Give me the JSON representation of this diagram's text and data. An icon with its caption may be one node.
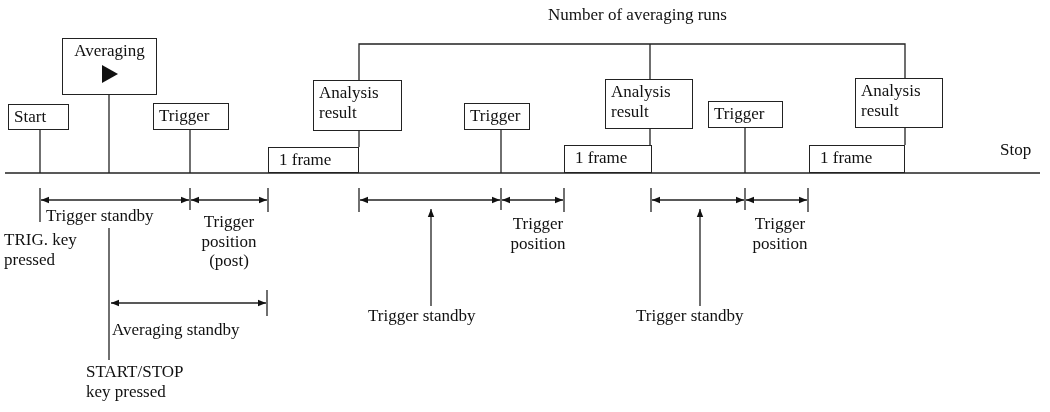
{
  "diagram": {
    "nodes": [
      {
        "text": [
          "Start"
        ]
      },
      {
        "text": [
          "Averaging"
        ]
      },
      {
        "text": [
          "Trigger"
        ]
      },
      {
        "text": [
          "Analysis result"
        ]
      },
      {
        "text": [
          "1 frame"
        ]
      },
      {
        "text": [
          "Trigger"
        ]
      },
      {
        "text": [
          "Analysis result"
        ]
      },
      {
        "text": [
          "1 frame"
        ]
      },
      {
        "text": [
          "Trigger"
        ]
      },
      {
        "text": [
          "Analysis result"
        ]
      },
      {
        "text": [
          "1 frame"
        ]
      },
      {
        "text": [
          "Trigger standby"
        ]
      },
      {
        "text": [
          "Trigger standby"
        ]
      }
    ],
    "edges": [
      {
        "from": 0,
        "to": null,
        "arrow": "none"
      },
      {
        "from": 1,
        "to": null,
        "arrow": "none"
      },
      {
        "from": 2,
        "to": null,
        "arrow": "none"
      },
      {
        "from": 3,
        "to": 4,
        "arrow": "none"
      },
      {
        "from": 5,
        "to": null,
        "arrow": "none"
      },
      {
        "from": 6,
        "to": 7,
        "arrow": "none"
      },
      {
        "from": 8,
        "to": null,
        "arrow": "none"
      },
      {
        "from": 9,
        "to": 10,
        "arrow": "none"
      },
      {
        "from": 11,
        "to": null,
        "arrow": "to"
      },
      {
        "from": 12,
        "to": null,
        "arrow": "to"
      }
    ],
    "labels": [
      "Number of averaging runs",
      "Stop",
      "Trigger standby",
      "Trigger position (post)",
      "TRIG. key pressed",
      "Trigger position",
      "Trigger position",
      "Averaging standby",
      "START/STOP key pressed"
    ]
  }
}
